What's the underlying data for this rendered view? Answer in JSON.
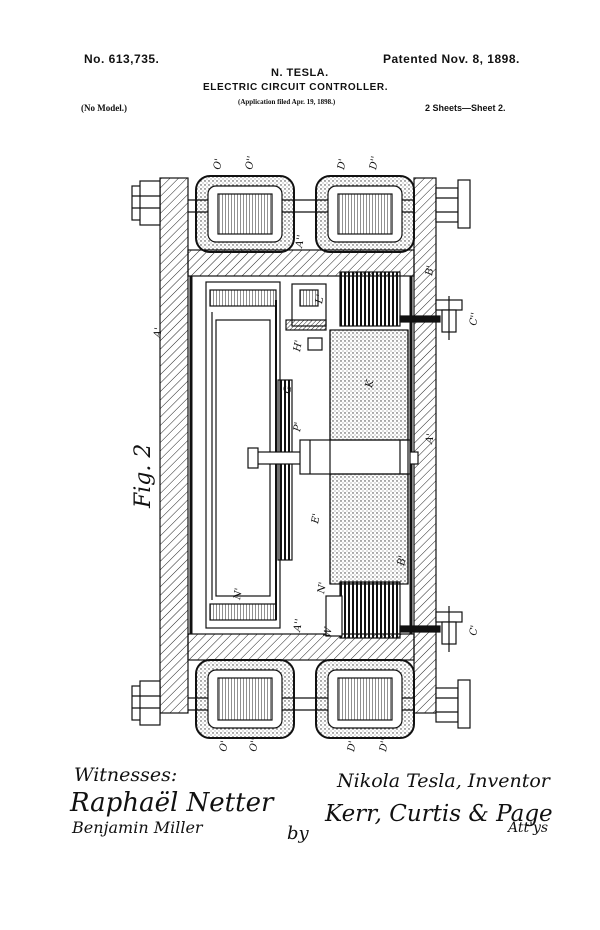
{
  "header": {
    "patent_number": "No. 613,735.",
    "patent_date": "Patented Nov. 8, 1898.",
    "inventor": "N. TESLA.",
    "title": "ELECTRIC CIRCUIT CONTROLLER.",
    "application": "(Application filed Apr. 19, 1898.)",
    "model": "(No Model.)",
    "sheet": "2 Sheets—Sheet 2."
  },
  "figure": {
    "label": "Fig. 2",
    "refs": {
      "o1": "O'",
      "o2": "O''",
      "d1": "D'",
      "d2": "D''",
      "a1": "A'",
      "a2": "A''",
      "b1": "B'",
      "c2": "C''",
      "c1": "C'",
      "h1": "H'",
      "g": "G",
      "p1": "P'",
      "e1": "E'",
      "n1": "N'",
      "w": "W",
      "l1": "L'",
      "k": "K"
    }
  },
  "signatures": {
    "witnesses_label": "Witnesses:",
    "witness_1": "Raphaël Netter",
    "witness_2": "Benjamin Miller",
    "inventor_line": "Nikola Tesla, Inventor",
    "by": "by",
    "attorneys": "Kerr, Curtis & Page",
    "attys": "Att'ys"
  }
}
